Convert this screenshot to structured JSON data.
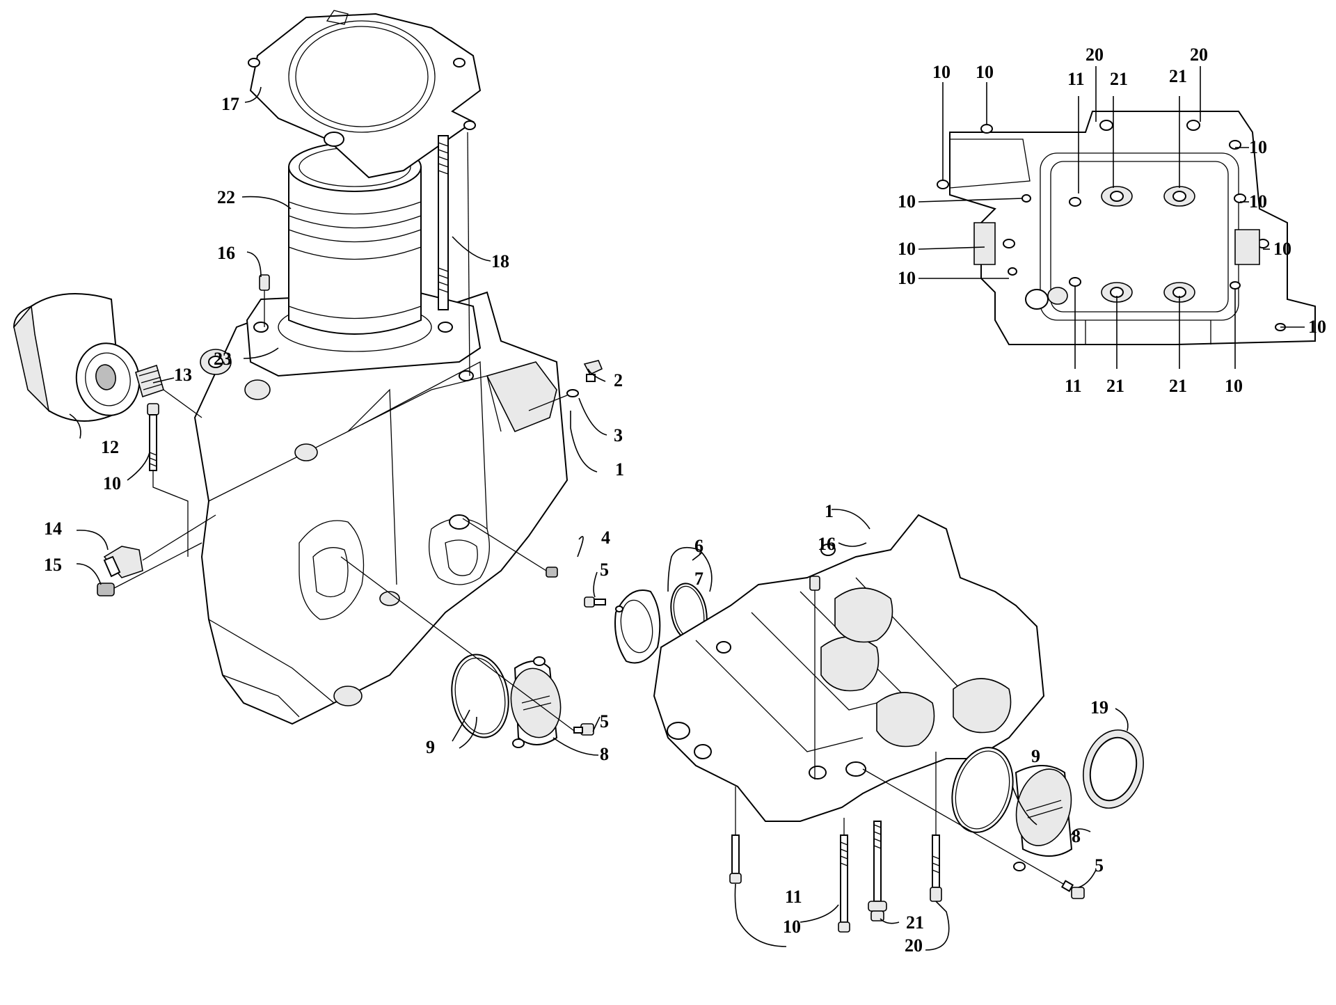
{
  "diagram": {
    "callouts": {
      "c1a": "1",
      "c1b": "1",
      "c2": "2",
      "c3": "3",
      "c4": "4",
      "c5a": "5",
      "c5b": "5",
      "c5c": "5",
      "c6": "6",
      "c7": "7",
      "c8a": "8",
      "c8b": "8",
      "c9a": "9",
      "c9b": "9",
      "c10a": "10",
      "c10b": "10",
      "c11": "11",
      "c12": "12",
      "c13": "13",
      "c14": "14",
      "c15": "15",
      "c16a": "16",
      "c16b": "16",
      "c17": "17",
      "c18": "18",
      "c19": "19",
      "c20": "20",
      "c21": "21",
      "c22": "22",
      "c23": "23"
    },
    "inset_callouts": {
      "i10a": "10",
      "i10b": "10",
      "i10c": "10",
      "i10d": "10",
      "i10e": "10",
      "i10f": "10",
      "i10g": "10",
      "i10h": "10",
      "i10i": "10",
      "i10j": "10",
      "i11a": "11",
      "i11b": "11",
      "i20a": "20",
      "i20b": "20",
      "i21a": "21",
      "i21b": "21",
      "i21c": "21",
      "i21d": "21"
    }
  }
}
